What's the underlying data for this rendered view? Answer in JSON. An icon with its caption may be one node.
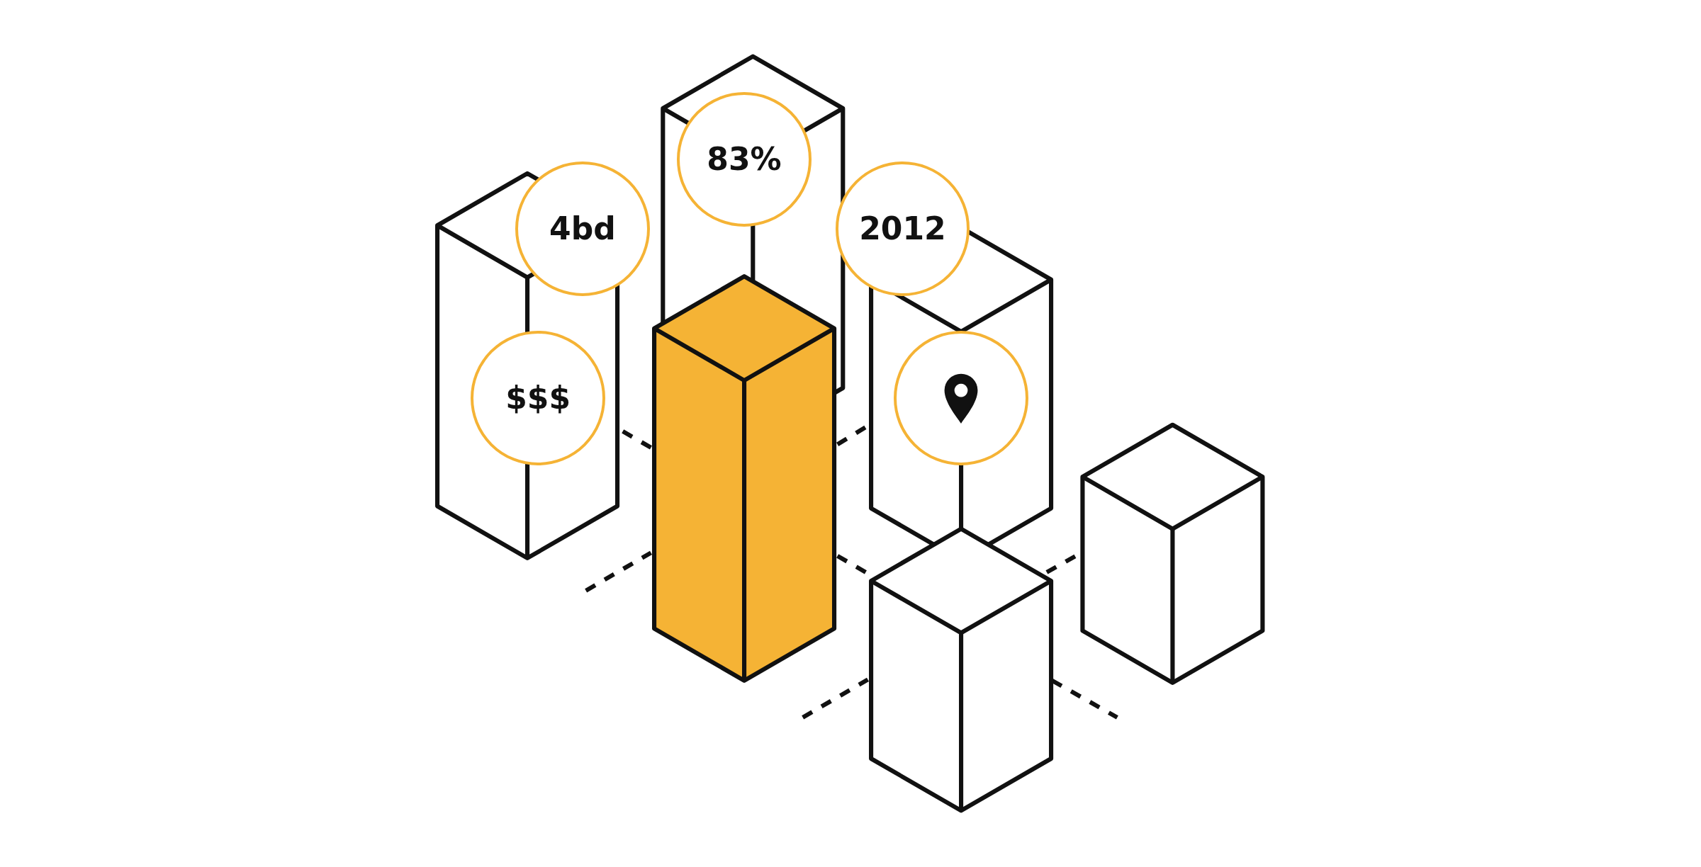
{
  "diagram": {
    "nodes": [
      {
        "text": [
          "83%"
        ]
      },
      {
        "text": [
          "4bd"
        ]
      },
      {
        "text": [
          "2012"
        ]
      },
      {
        "text": [
          "$$$"
        ]
      },
      {
        "text": [],
        "shape": "circle"
      }
    ]
  }
}
